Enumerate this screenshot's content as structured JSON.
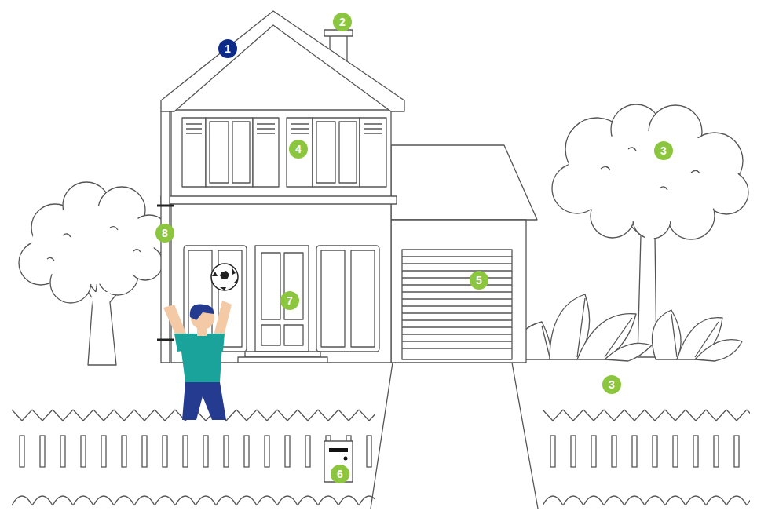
{
  "diagram": {
    "labels": [
      "2",
      "1",
      "4",
      "3",
      "8",
      "7",
      "5",
      "3",
      "6"
    ]
  }
}
